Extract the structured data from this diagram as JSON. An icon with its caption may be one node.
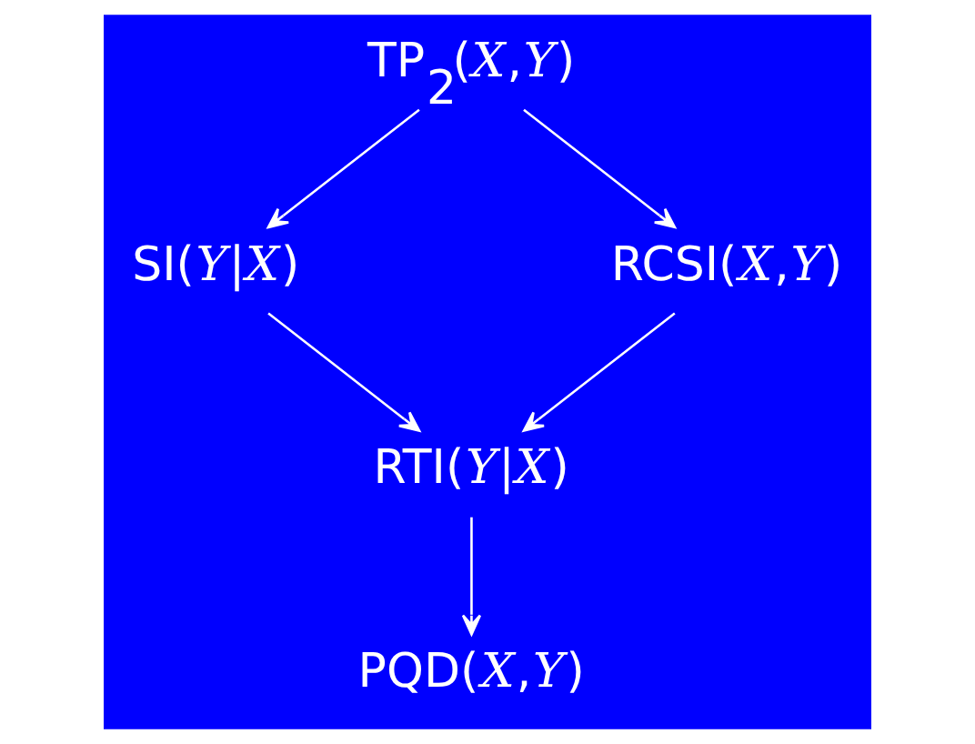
{
  "diagram": {
    "nodes": [
      {
        "text": [
          "TP$_{2}$(*X*,*Y*)"
        ]
      },
      {
        "text": [
          "SI(*Y*|*X*)"
        ]
      },
      {
        "text": [
          "RCSI(*X*,*Y*)"
        ]
      },
      {
        "text": [
          "RTI(*Y*|*X*)"
        ]
      },
      {
        "text": [
          "PQD(*X*,*Y*)"
        ]
      }
    ],
    "edges": [
      {
        "from": 0,
        "to": 1,
        "arrow": "to"
      },
      {
        "from": 0,
        "to": 2,
        "arrow": "to"
      },
      {
        "from": 1,
        "to": 3,
        "arrow": "to"
      },
      {
        "from": 2,
        "to": 3,
        "arrow": "to"
      },
      {
        "from": 3,
        "to": 4,
        "arrow": "to"
      }
    ]
  }
}
